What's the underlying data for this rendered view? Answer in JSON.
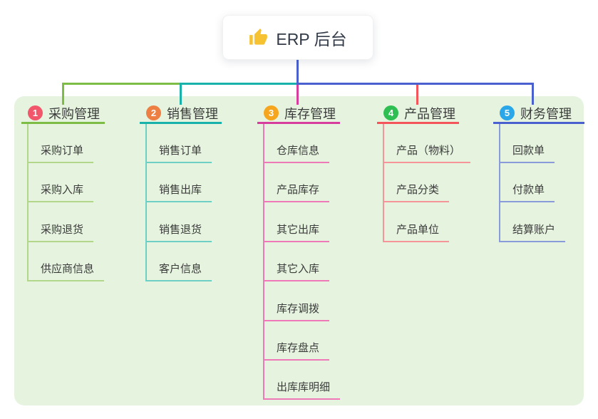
{
  "root": {
    "title": "ERP 后台",
    "icon": "thumbs-up-icon"
  },
  "colors": {
    "page_bg": "#ffffff",
    "panel_bg": "#e6f4df",
    "root_line": "#4a60cf",
    "card_bg": "#ffffff",
    "title_text": "#333b48",
    "header_text": "#3c3c3c",
    "item_text": "#3b3b3b",
    "thumb_icon": "#f6c232"
  },
  "branches": [
    {
      "num": "1",
      "label": "采购管理",
      "color": "#7dbd46",
      "light": "#b2d78b",
      "badge": "#f2566b",
      "items": [
        "采购订单",
        "采购入库",
        "采购退货",
        "供应商信息"
      ]
    },
    {
      "num": "2",
      "label": "销售管理",
      "color": "#18b2aa",
      "light": "#6ecfc5",
      "badge": "#ee7f42",
      "items": [
        "销售订单",
        "销售出库",
        "销售退货",
        "客户信息"
      ]
    },
    {
      "num": "3",
      "label": "库存管理",
      "color": "#d63d9d",
      "light": "#ef79b8",
      "badge": "#f6a61e",
      "items": [
        "仓库信息",
        "产品库存",
        "其它出库",
        "其它入库",
        "库存调拨",
        "库存盘点",
        "出库库明细"
      ]
    },
    {
      "num": "4",
      "label": "产品管理",
      "color": "#f4555b",
      "light": "#f59599",
      "badge": "#2fbe52",
      "items": [
        "产品（物料）",
        "产品分类",
        "产品单位"
      ]
    },
    {
      "num": "5",
      "label": "财务管理",
      "color": "#4a60cf",
      "light": "#8a9bdc",
      "badge": "#2aa7e9",
      "items": [
        "回款单",
        "付款单",
        "结算账户"
      ]
    }
  ]
}
